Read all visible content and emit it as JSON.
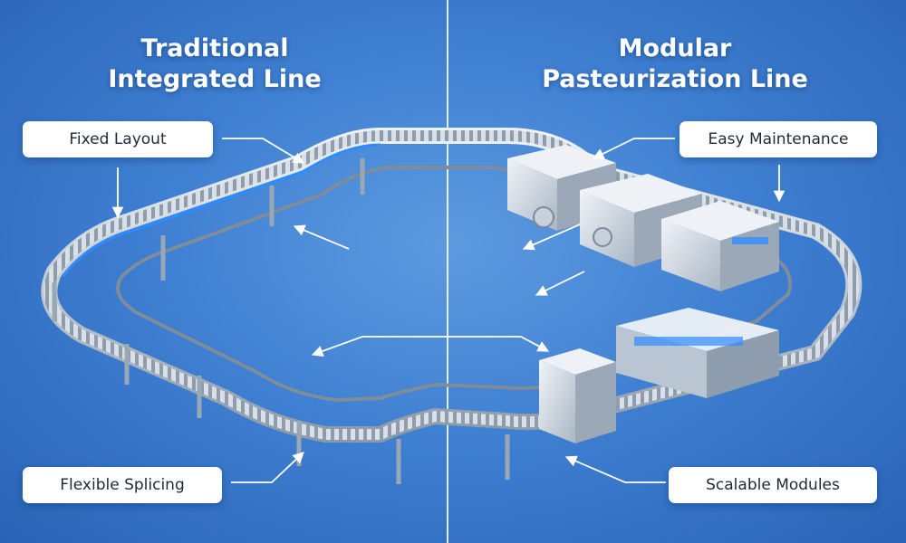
{
  "titles": {
    "left": {
      "line1": "Traditional",
      "line2": "Integrated Line"
    },
    "right": {
      "line1": "Modular",
      "line2": "Pasteurization Line"
    }
  },
  "labels": {
    "fixed_layout": "Fixed Layout",
    "easy_maintenance": "Easy Maintenance",
    "flexible_splicing": "Flexible Splicing",
    "scalable_modules": "Scalable Modules"
  },
  "colors": {
    "background": "#3f80d2",
    "steel": "#c9d2dc",
    "accent_blue": "#2f8cff",
    "label_bg": "#ffffff",
    "label_text": "#1d2a3a"
  }
}
